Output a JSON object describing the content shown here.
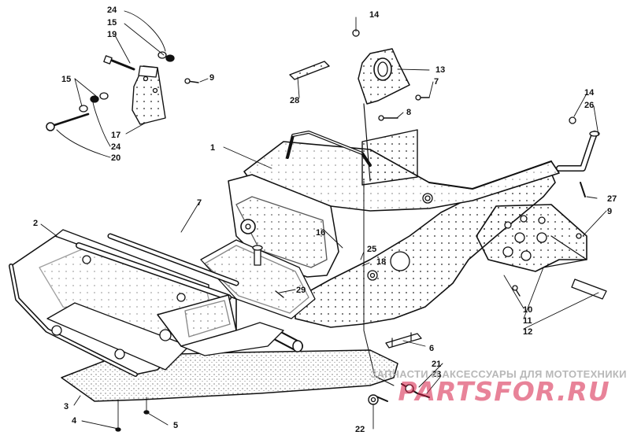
{
  "diagram": {
    "callouts": [
      {
        "id": "c24a",
        "label": "24"
      },
      {
        "id": "c15a",
        "label": "15"
      },
      {
        "id": "c19",
        "label": "19"
      },
      {
        "id": "c15b",
        "label": "15"
      },
      {
        "id": "c9a",
        "label": "9"
      },
      {
        "id": "c17",
        "label": "17"
      },
      {
        "id": "c24b",
        "label": "24"
      },
      {
        "id": "c20",
        "label": "20"
      },
      {
        "id": "c14a",
        "label": "14"
      },
      {
        "id": "c13",
        "label": "13"
      },
      {
        "id": "c7a",
        "label": "7"
      },
      {
        "id": "c28",
        "label": "28"
      },
      {
        "id": "c8",
        "label": "8"
      },
      {
        "id": "c14b",
        "label": "14"
      },
      {
        "id": "c26",
        "label": "26"
      },
      {
        "id": "c1",
        "label": "1"
      },
      {
        "id": "c27",
        "label": "27"
      },
      {
        "id": "c9b",
        "label": "9"
      },
      {
        "id": "c7b",
        "label": "7"
      },
      {
        "id": "c2",
        "label": "2"
      },
      {
        "id": "c16",
        "label": "16"
      },
      {
        "id": "c25",
        "label": "25"
      },
      {
        "id": "c18",
        "label": "18"
      },
      {
        "id": "c29",
        "label": "29"
      },
      {
        "id": "c10",
        "label": "10"
      },
      {
        "id": "c11",
        "label": "11"
      },
      {
        "id": "c12",
        "label": "12"
      },
      {
        "id": "c6",
        "label": "6"
      },
      {
        "id": "c21",
        "label": "21"
      },
      {
        "id": "c23",
        "label": "23"
      },
      {
        "id": "c3",
        "label": "3"
      },
      {
        "id": "c4",
        "label": "4"
      },
      {
        "id": "c5",
        "label": "5"
      },
      {
        "id": "c22",
        "label": "22"
      }
    ]
  },
  "watermark": {
    "subtitle": "ЗАПЧАСТИ И АКСЕССУАРЫ ДЛЯ МОТОТЕХНИКИ",
    "brand": "PARTSFOR.RU",
    "brand_color": "#d61e46"
  }
}
